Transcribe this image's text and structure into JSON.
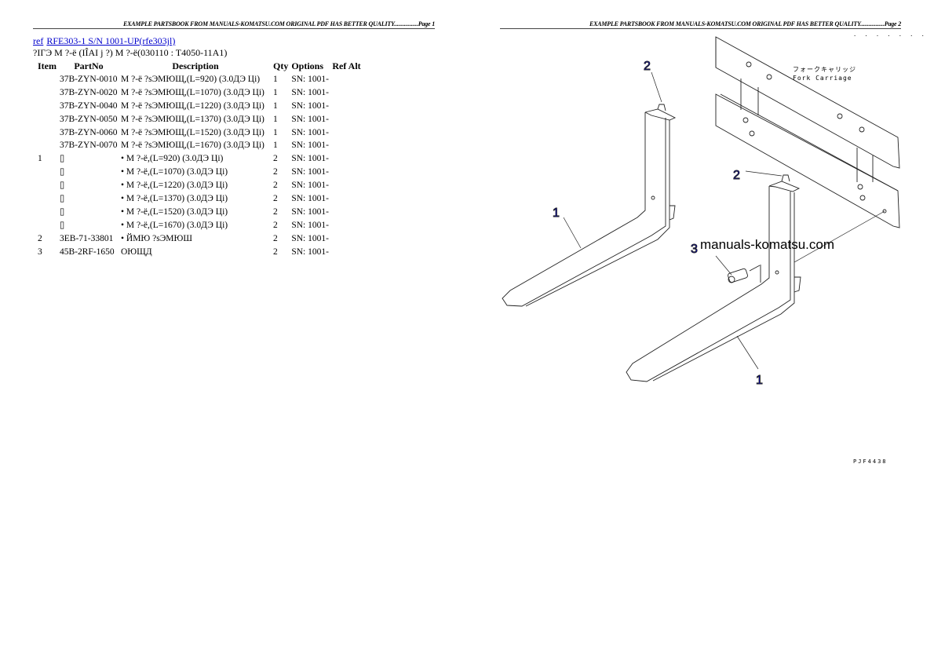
{
  "page1": {
    "header": "EXAMPLE PARTSBOOK FROM MANUALS-KOMATSU.COM ORIGINAL PDF HAS BETTER QUALITY.................Page 1",
    "ref_link": "ref",
    "model_link": "RFE303-1 S/N 1001-UP(rfe303jl)",
    "subtitle": "?ΙΓЭ M ?-ë (IÎAI j ?) M ?-ë(030110 : T4050-11A1)",
    "columns": [
      "Item",
      "PartNo",
      "Description",
      "Qty",
      "Options",
      "Ref Alt"
    ],
    "rows": [
      {
        "item": "",
        "part": "37B-ZYN-0010",
        "desc": "M ?-ë ?sЭMЮЩ,(L=920) (3.0ДЭ Цi)",
        "qty": "1",
        "opt": "SN: 1001-"
      },
      {
        "item": "",
        "part": "37B-ZYN-0020",
        "desc": "M ?-ë ?sЭMЮЩ,(L=1070) (3.0ДЭ Цi)",
        "qty": "1",
        "opt": "SN: 1001-"
      },
      {
        "item": "",
        "part": "37B-ZYN-0040",
        "desc": "M ?-ë ?sЭMЮЩ,(L=1220) (3.0ДЭ Цi)",
        "qty": "1",
        "opt": "SN: 1001-"
      },
      {
        "item": "",
        "part": "37B-ZYN-0050",
        "desc": "M ?-ë ?sЭMЮЩ,(L=1370) (3.0ДЭ Цi)",
        "qty": "1",
        "opt": "SN: 1001-"
      },
      {
        "item": "",
        "part": "37B-ZYN-0060",
        "desc": "M ?-ë ?sЭMЮЩ,(L=1520) (3.0ДЭ Цi)",
        "qty": "1",
        "opt": "SN: 1001-"
      },
      {
        "item": "",
        "part": "37B-ZYN-0070",
        "desc": "M ?-ë ?sЭMЮЩ,(L=1670) (3.0ДЭ Цi)",
        "qty": "1",
        "opt": "SN: 1001-"
      },
      {
        "item": "1",
        "part": "▯",
        "desc": "• M ?-ë,(L=920) (3.0ДЭ Цi)",
        "qty": "2",
        "opt": "SN: 1001-"
      },
      {
        "item": "",
        "part": "▯",
        "desc": "• M ?-ë,(L=1070) (3.0ДЭ Цi)",
        "qty": "2",
        "opt": "SN: 1001-"
      },
      {
        "item": "",
        "part": "▯",
        "desc": "• M ?-ë,(L=1220) (3.0ДЭ Цi)",
        "qty": "2",
        "opt": "SN: 1001-"
      },
      {
        "item": "",
        "part": "▯",
        "desc": "• M ?-ë,(L=1370) (3.0ДЭ Цi)",
        "qty": "2",
        "opt": "SN: 1001-"
      },
      {
        "item": "",
        "part": "▯",
        "desc": "• M ?-ë,(L=1520) (3.0ДЭ Цi)",
        "qty": "2",
        "opt": "SN: 1001-"
      },
      {
        "item": "",
        "part": "▯",
        "desc": "• M ?-ë,(L=1670) (3.0ДЭ Цi)",
        "qty": "2",
        "opt": "SN: 1001-"
      },
      {
        "item": "2",
        "part": "3EB-71-33801",
        "desc": "• ЙMЮ ?sЭMЮШ",
        "qty": "2",
        "opt": "SN: 1001-"
      },
      {
        "item": "3",
        "part": "45B-2RF-1650",
        "desc": "OЮЩД",
        "qty": "2",
        "opt": "SN: 1001-"
      }
    ]
  },
  "page2": {
    "header": "EXAMPLE PARTSBOOK FROM MANUALS-KOMATSU.COM ORIGINAL PDF HAS BETTER QUALITY.................Page 2",
    "corner_dots": ". . .   . . . .",
    "carriage_jp": "フォークキャリッジ",
    "carriage_en": "Fork Carriage",
    "watermark": "manuals-komatsu.com",
    "drawing_code": "PJF4438",
    "callouts": [
      "2",
      "2",
      "1",
      "1",
      "3"
    ],
    "callout_color": "#0000ff"
  }
}
